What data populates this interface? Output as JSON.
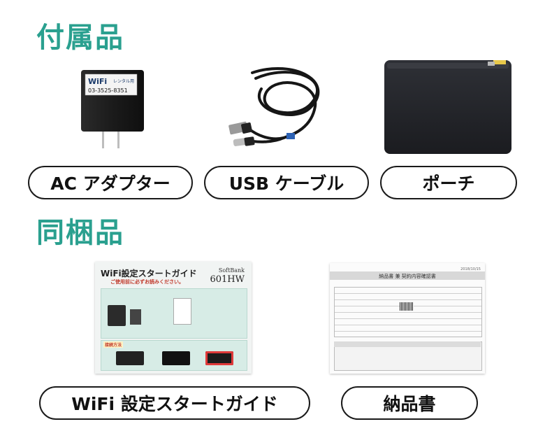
{
  "theme": {
    "accent": "#2aa08f",
    "pill_border": "#1a1a1a"
  },
  "sections": {
    "accessories": {
      "title": "付属品",
      "items": [
        {
          "label": "AC アダプター",
          "icon": "ac-adapter-image",
          "printed_label": {
            "brand": "WiFi",
            "tag": "レンタル用",
            "phone": "03-3525-8351"
          }
        },
        {
          "label": "USB ケーブル",
          "icon": "usb-cable-image"
        },
        {
          "label": "ポーチ",
          "icon": "pouch-image"
        }
      ]
    },
    "enclosed": {
      "title": "同梱品",
      "items": [
        {
          "label": "WiFi 設定スタートガイド",
          "icon": "setup-guide-image",
          "doc_text": {
            "heading": "WiFi設定スタートガイド",
            "sub": "ご使用前に必ずお読みください。",
            "brand": "SoftBank",
            "model": "601HW",
            "step_label": "接続方法"
          }
        },
        {
          "label": "納品書",
          "icon": "invoice-image",
          "doc_text": {
            "heading": "納品書 兼 契約内容確認書",
            "date": "2018/10/15"
          }
        }
      ]
    }
  }
}
